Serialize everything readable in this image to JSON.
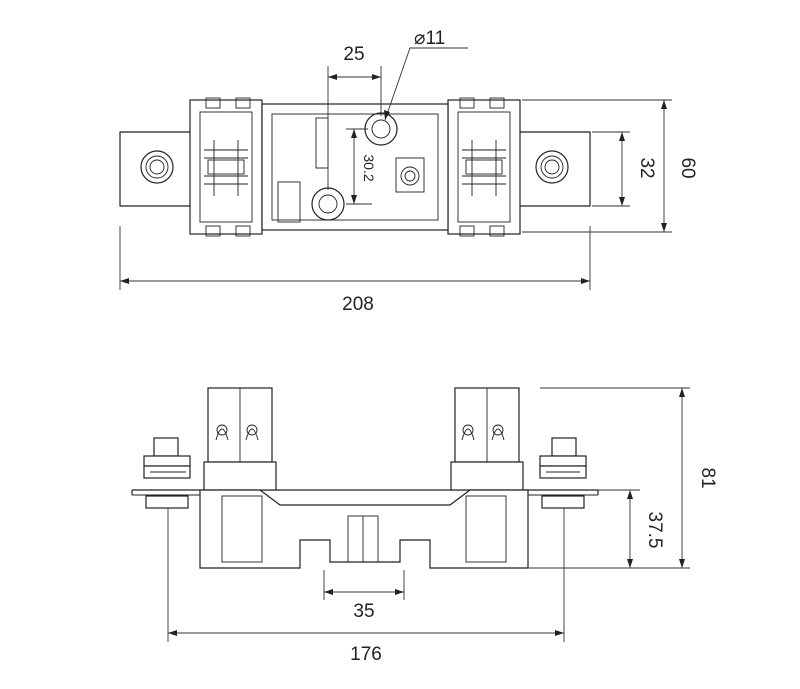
{
  "top_view": {
    "dimensions": {
      "hole_diameter": "⌀11",
      "hole_pitch_x": "25",
      "hole_pitch_y": "30.2",
      "terminal_width": "32",
      "body_width": "60",
      "overall_length": "208"
    }
  },
  "side_view": {
    "dimensions": {
      "overall_height": "81",
      "base_height": "37.5",
      "center_gap": "35",
      "mounting_length": "176"
    }
  }
}
